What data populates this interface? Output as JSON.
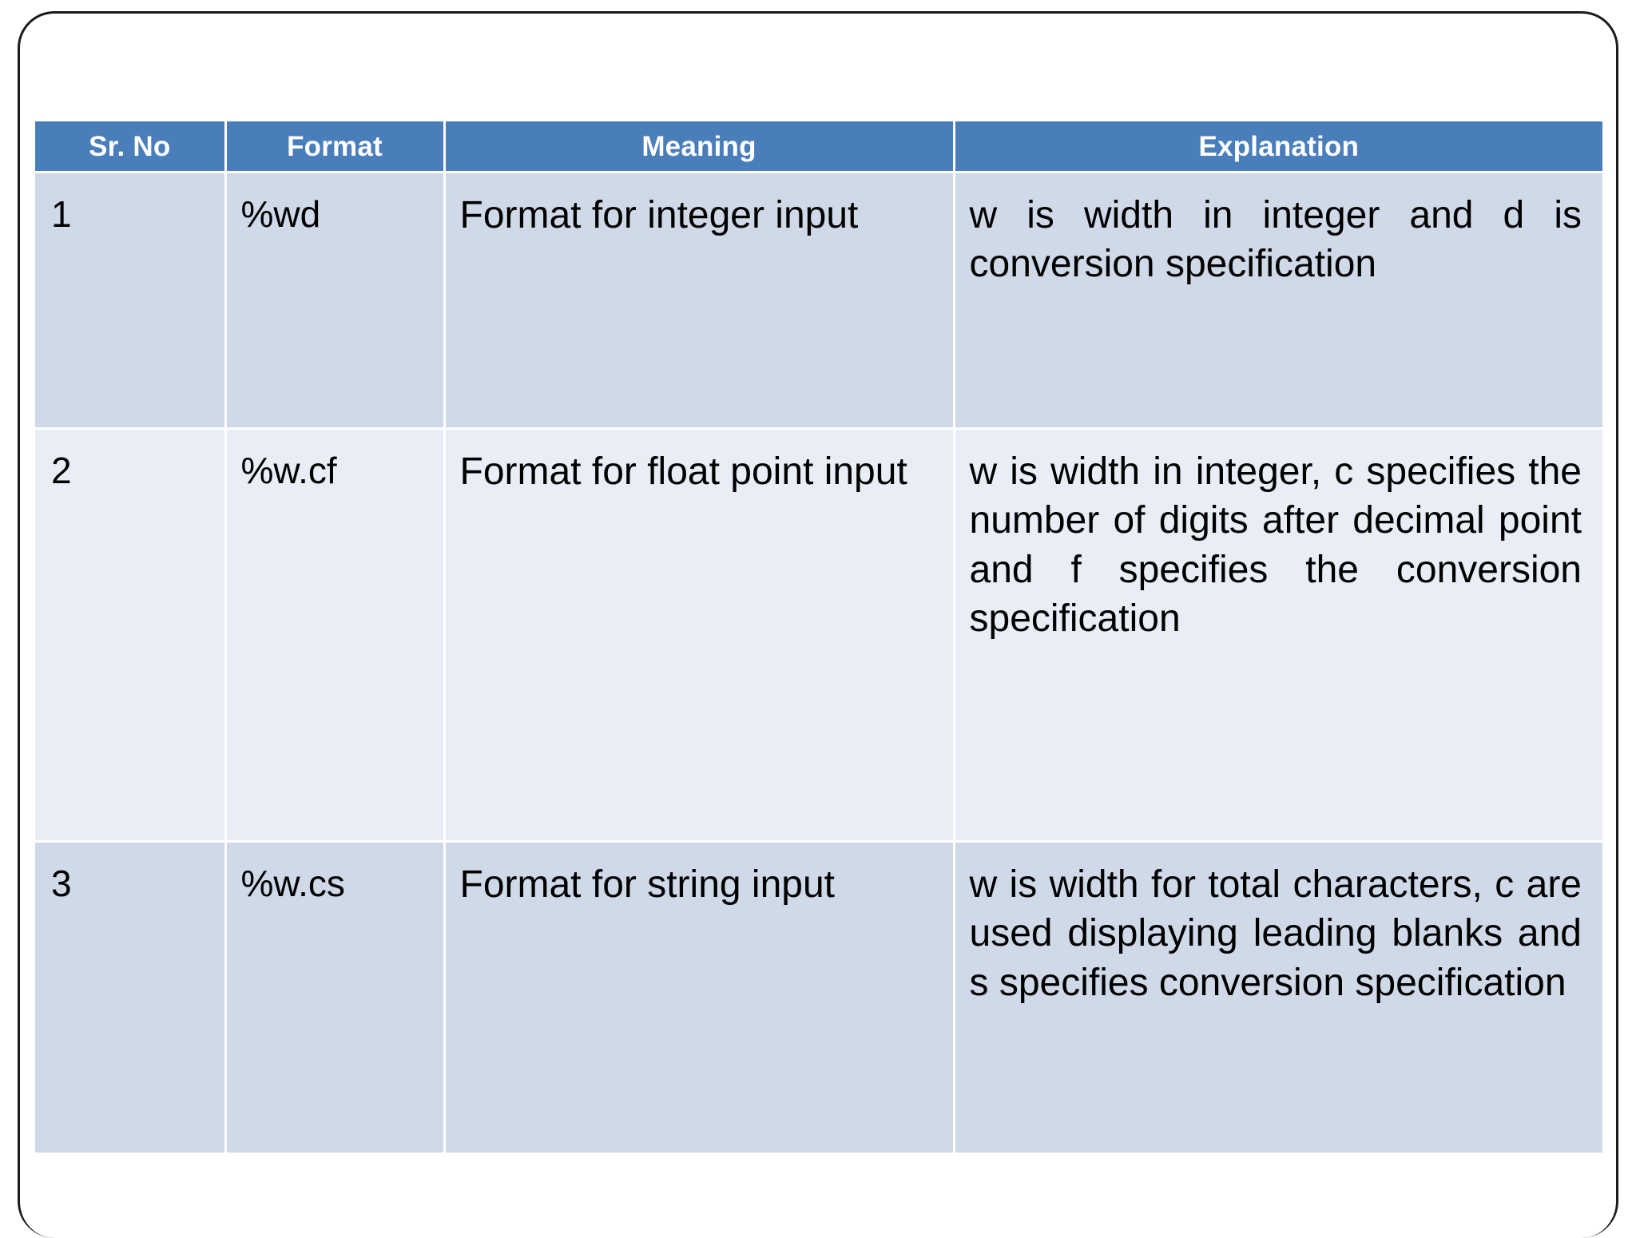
{
  "slide": {
    "background_color": "#ffffff",
    "border_color": "#1b1b1b"
  },
  "table": {
    "header_background": "#4a7ebb",
    "header_text_color": "#ffffff",
    "row_shade_dark": "#d0d9e8",
    "row_shade_light": "#e9edf6",
    "columns": [
      "Sr. No",
      "Format",
      "Meaning",
      "Explanation"
    ],
    "rows": [
      {
        "sr_no": "1",
        "format": "%wd",
        "meaning": "Format for integer input",
        "explanation": "w is width in integer and d is conversion specification"
      },
      {
        "sr_no": "2",
        "format": "%w.cf",
        "meaning": "Format for float point input",
        "explanation": "w is width in integer, c specifies the number of digits after decimal point and f specifies the conversion specification"
      },
      {
        "sr_no": "3",
        "format": "%w.cs",
        "meaning": "Format for string input",
        "explanation": "w is width for total characters, c are used displaying leading blanks and s specifies conversion specification"
      }
    ]
  }
}
